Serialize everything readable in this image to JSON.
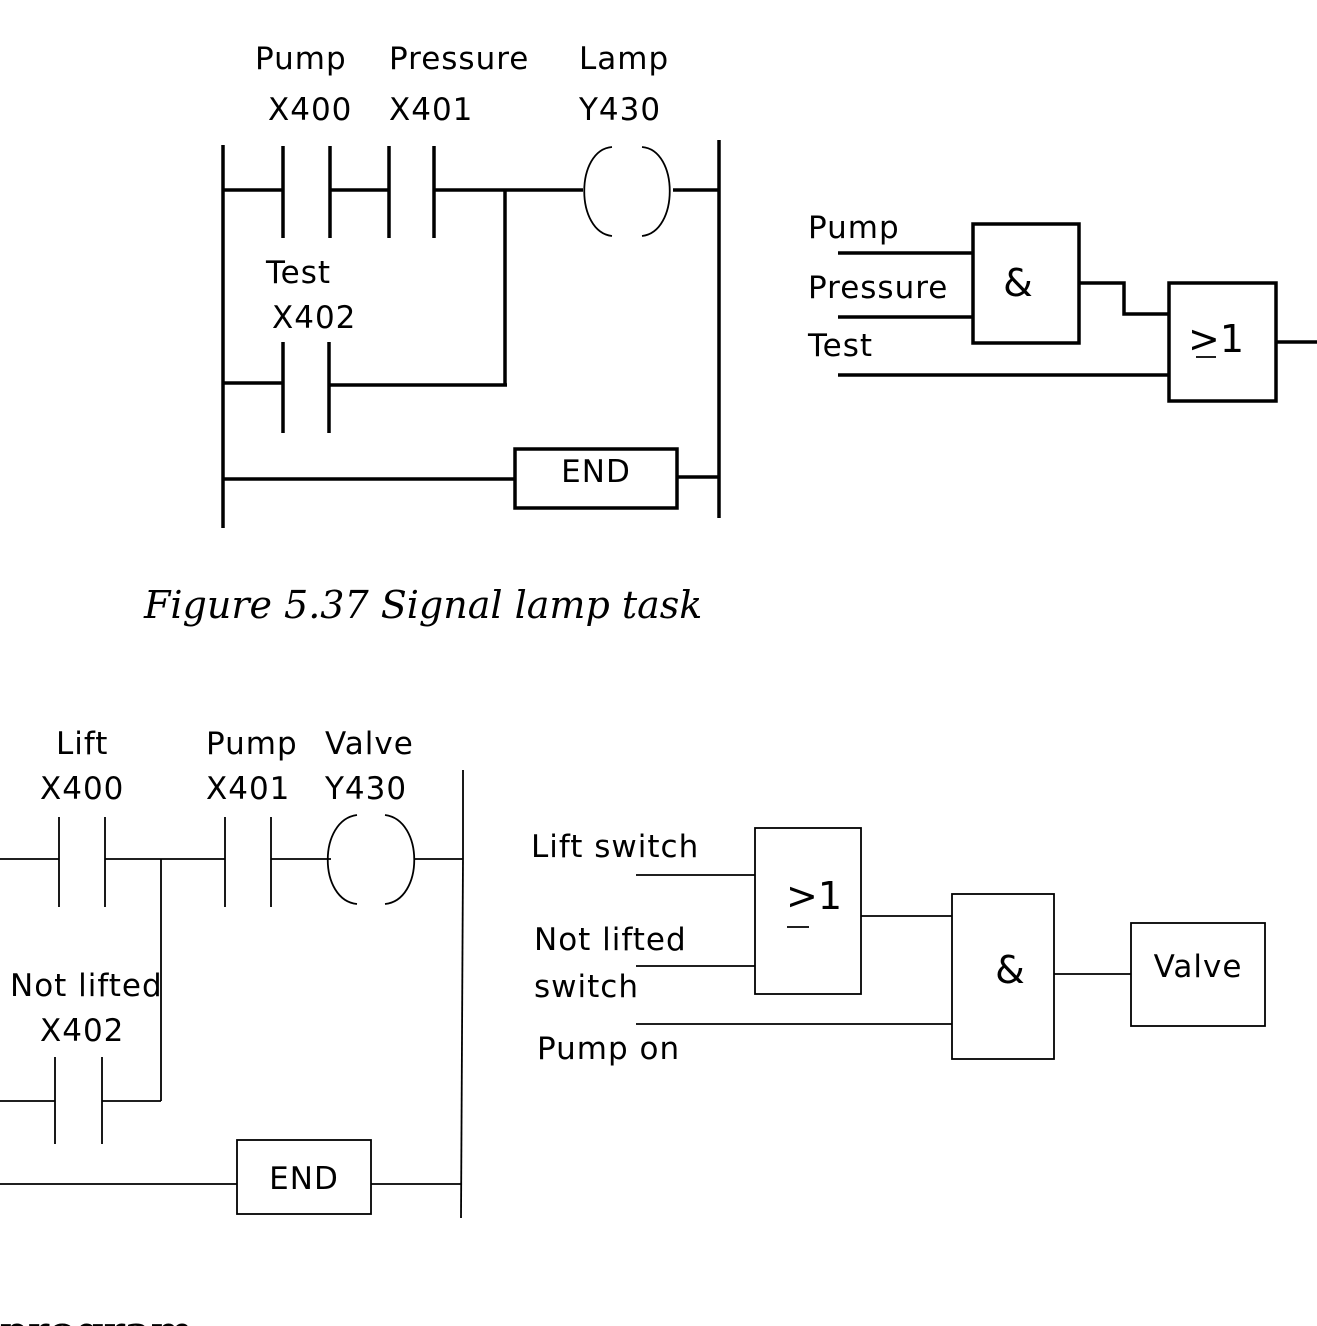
{
  "figure1": {
    "ladder": {
      "pump_name": "Pump",
      "pump_addr": "X400",
      "pressure_name": "Pressure",
      "pressure_addr": "X401",
      "lamp_name": "Lamp",
      "lamp_addr": "Y430",
      "test_name": "Test",
      "test_addr": "X402",
      "end_label": "END"
    },
    "logic": {
      "in_pump": "Pump",
      "in_pressure": "Pressure",
      "in_test": "Test",
      "and_symbol": "&",
      "or_symbol": ">1"
    },
    "caption": "Figure 5.37  Signal lamp task"
  },
  "figure2": {
    "ladder": {
      "lift_name": "Lift",
      "lift_addr": "X400",
      "pump_name": "Pump",
      "pump_addr": "X401",
      "valve_name": "Valve",
      "valve_addr": "Y430",
      "notlifted_name": "Not lifted",
      "notlifted_addr": "X402",
      "end_label": "END"
    },
    "logic": {
      "in_lift": "Lift switch",
      "in_notlifted_1": "Not lifted",
      "in_notlifted_2": "switch",
      "in_pump": "Pump on",
      "or_symbol": ">1",
      "and_symbol": "&",
      "output": "Valve"
    }
  },
  "bottom_fragment": "program"
}
